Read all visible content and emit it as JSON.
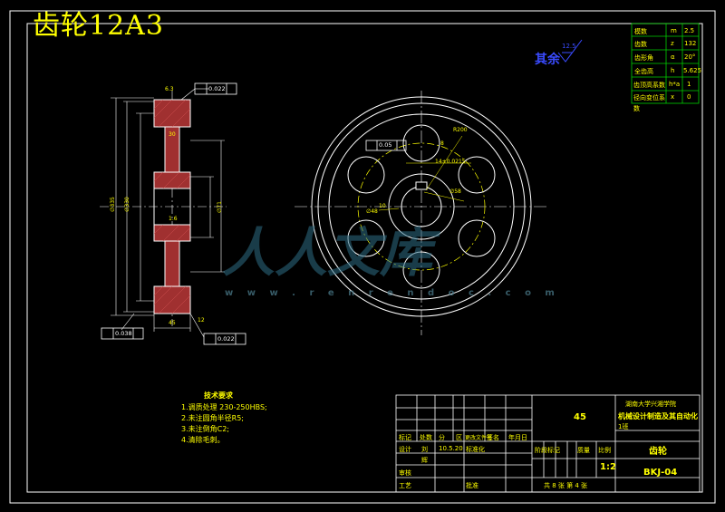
{
  "drawing": {
    "title": "齿轮12A3",
    "surface_note": "其余",
    "surface_value": "12.5"
  },
  "param_table": [
    {
      "name": "模数",
      "symbol": "m",
      "value": "2.5"
    },
    {
      "name": "齿数",
      "symbol": "z",
      "value": "132"
    },
    {
      "name": "齿形角",
      "symbol": "α",
      "value": "20°"
    },
    {
      "name": "全齿高",
      "symbol": "h",
      "value": "5.625"
    },
    {
      "name": "齿顶高系数",
      "symbol": "h*a",
      "value": "1"
    },
    {
      "name": "径向变位系",
      "symbol": "x",
      "value": "0"
    }
  ],
  "param_table_extra": "数",
  "tech_requirements": {
    "title": "技术要求",
    "items": [
      "1.调质处理 230-250HBS;",
      "2.未注圆角半径R5;",
      "3.未注倒角C2;",
      "4.清除毛刺。"
    ]
  },
  "title_block": {
    "material": "45",
    "school_line1": "湖南大学兴湘学院",
    "school_line2": "机械设计制造及其自动化",
    "school_line3": "1班",
    "part_name": "齿轮",
    "drawing_no": "BKJ-04",
    "scale_label": "比例",
    "scale": "1:2",
    "sheet_info": "共 8 张  第 4 张",
    "stage_label": "阶段标记",
    "weight_label": "质量",
    "row_labels": [
      "标记",
      "处数",
      "分",
      "区",
      "更改文件号",
      "签名",
      "年月日"
    ],
    "design_label": "设计",
    "designer": "刘",
    "designer2": "辉",
    "date": "10.5.20",
    "standard_label": "标准化",
    "review_label": "审核",
    "process_label": "工艺",
    "approve_label": "批准"
  },
  "annotations": {
    "runout_top": "0.022",
    "runout_left": "0.038",
    "runout_bottom": "0.022",
    "parallel_front": "0.05",
    "keyway_dim": "14±0.0215",
    "width_dim": "45",
    "angle_top": "6.3",
    "dim_da": "∅335",
    "dim_d": "∅330",
    "dim_hub": "∅71",
    "dim_bore": "∅58",
    "dim_bore2": "∅48",
    "dim_t": "8",
    "dim_small": "1.6",
    "dim_r": "R200",
    "dim_web": "30",
    "dim_kw2": "10",
    "dim_w2": "12"
  },
  "watermark": {
    "text": "人人文库",
    "url": "w w w . r e n r e n d o c . c o m"
  }
}
